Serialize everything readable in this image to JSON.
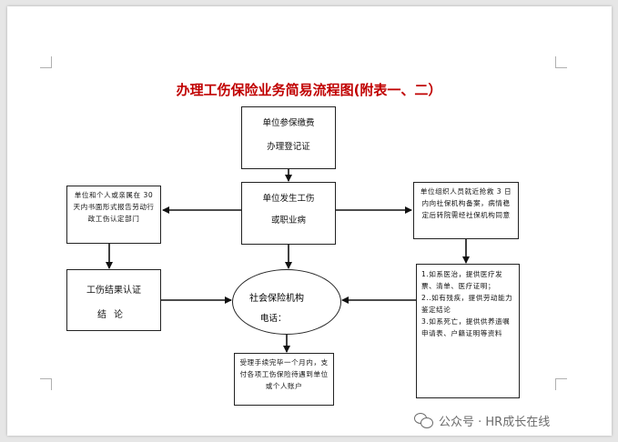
{
  "title": "办理工伤保险业务简易流程图(附表一、二）",
  "boxes": {
    "registration": {
      "line1": "单位参保缴费",
      "line2": "办理登记证"
    },
    "injury": {
      "line1": "单位发生工伤",
      "line2": "或职业病"
    },
    "apply": {
      "text": "单位和个人或亲属在 30 天内书面形式报告劳动行政工伤认定部门"
    },
    "report": {
      "text": "单位组织人员就近抢救 3 日内向社保机构备案，病情稳定后转院需经社保机构同意"
    },
    "result": {
      "line1": "工伤结果认证",
      "line2": "结论"
    },
    "treatment": {
      "line1": "1.如系医治，提供医疗发票、清单、医疗证明；",
      "line2": "2..如有残疾，提供劳动能力鉴定结论",
      "line3": "3.如系死亡，提供供养遗嘱申请表、户籍证明等资料"
    },
    "payout": {
      "text": "受理手续完毕一个月内，支付各项工伤保险待遇到单位或个人账户"
    }
  },
  "center": {
    "line1": "社会保险机构",
    "line2": "电话："
  },
  "watermark": {
    "text": "公众号 · HR成长在线"
  }
}
